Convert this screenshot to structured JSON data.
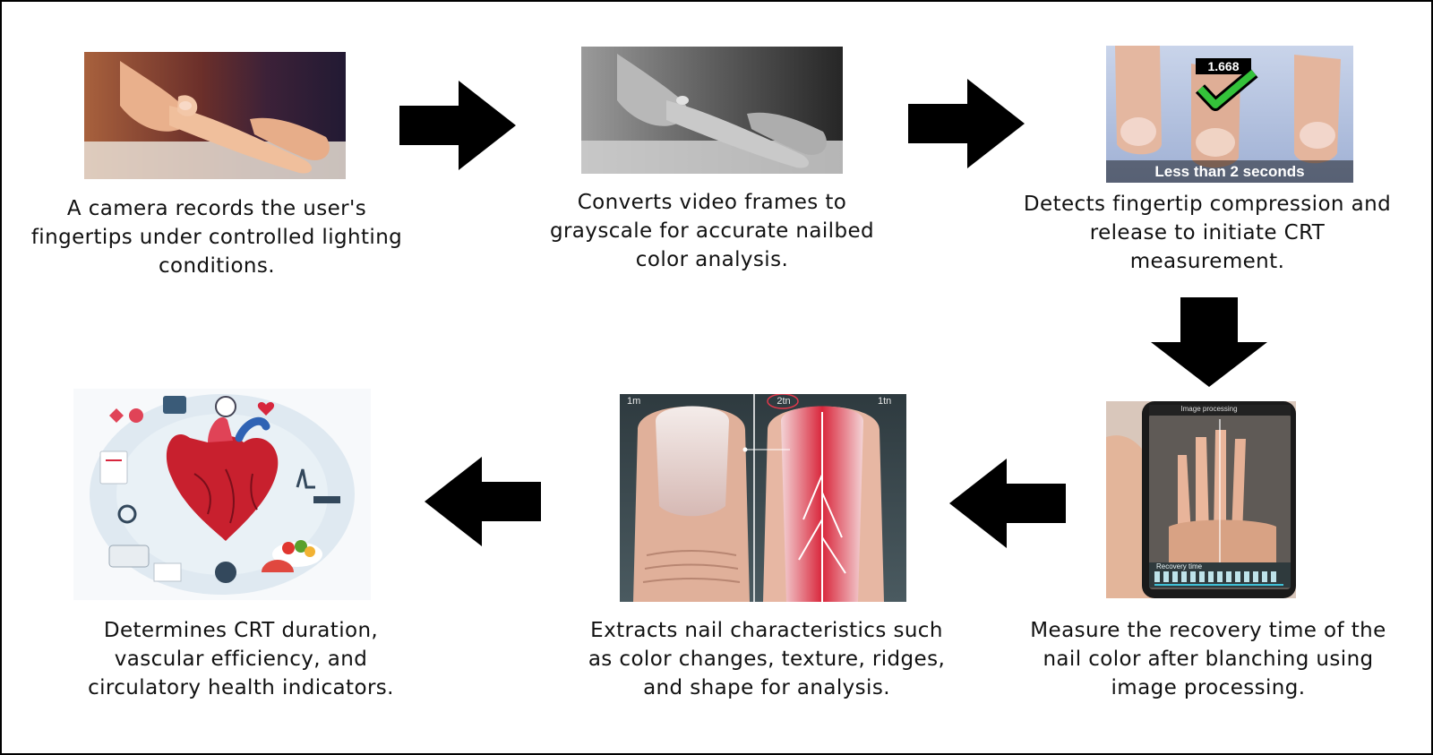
{
  "colors": {
    "arrow": "#000000",
    "border": "#000000",
    "text": "#111111",
    "check": "#34c23a"
  },
  "steps": [
    {
      "id": "capture",
      "text": "A camera records the user's fingertips under controlled lighting conditions.",
      "image": "hands-pinching-fingertip-photo"
    },
    {
      "id": "grayscale",
      "text": "Converts video frames to grayscale for accurate nailbed color analysis.",
      "image": "grayscale-hands-photo"
    },
    {
      "id": "detect",
      "text": "Detects fingertip compression and release to initiate CRT measurement.",
      "image": "fingertips-with-checkmark-photo",
      "overlay": {
        "value": "1.668",
        "caption": "Less than 2 seconds"
      }
    },
    {
      "id": "measure",
      "text": "Measure the recovery time of the nail color after blanching using image processing.",
      "image": "smartphone-hand-scan-photo",
      "overlay": {
        "screen_title": "Image processing",
        "bar_label": "Recovery time"
      }
    },
    {
      "id": "extract",
      "text": "Extracts nail characteristics such as color changes, texture, ridges, and shape for analysis.",
      "image": "nail-closeup-comparison-illustration",
      "overlay": {
        "left_tag": "1m",
        "center_tag": "2tn",
        "right_tag": "1tn"
      }
    },
    {
      "id": "determine",
      "text": "Determines CRT duration, vascular efficiency, and circulatory health indicators.",
      "image": "heart-health-infographic-illustration"
    }
  ],
  "flow": [
    "capture -> grayscale",
    "grayscale -> detect",
    "detect -> measure",
    "measure -> extract",
    "extract -> determine"
  ],
  "arrows": [
    {
      "id": "arrow-1",
      "direction": "right"
    },
    {
      "id": "arrow-2",
      "direction": "right"
    },
    {
      "id": "arrow-3",
      "direction": "down"
    },
    {
      "id": "arrow-4",
      "direction": "left"
    },
    {
      "id": "arrow-5",
      "direction": "left"
    }
  ]
}
